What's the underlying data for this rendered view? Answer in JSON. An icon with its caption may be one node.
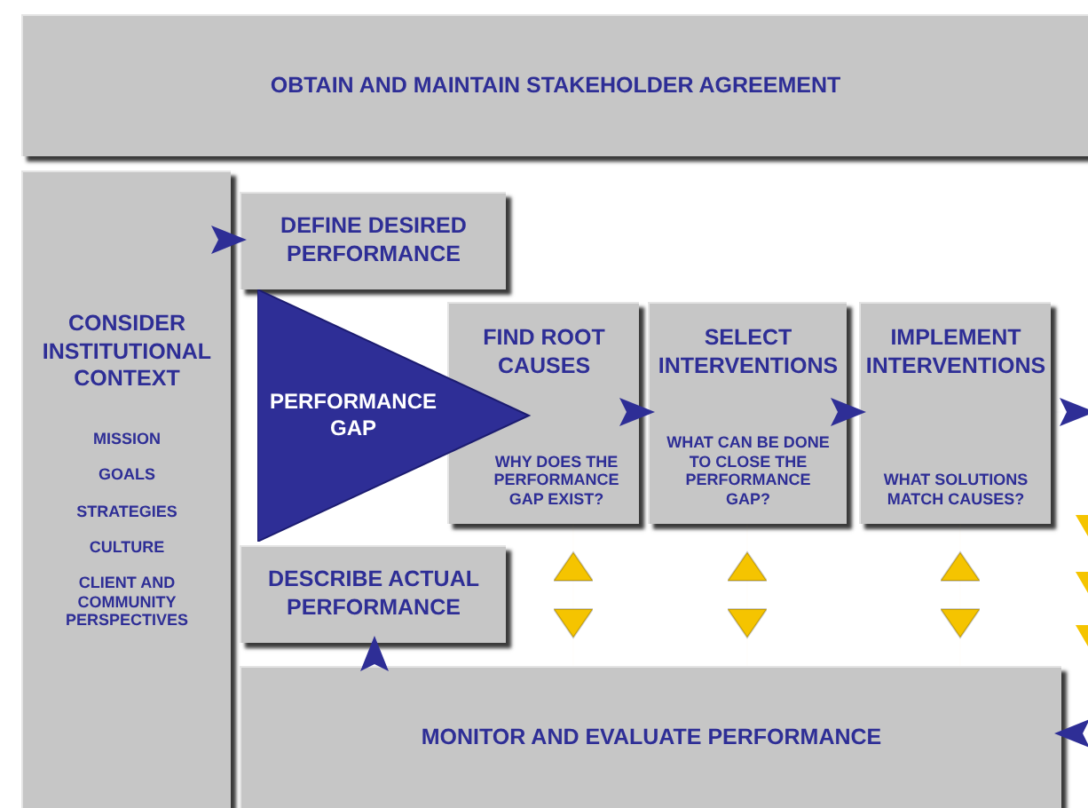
{
  "diagram": {
    "nodes": [
      {
        "text": [
          "OBTAIN AND MAINTAIN STAKEHOLDER AGREEMENT"
        ]
      },
      {
        "text": [
          "CONSIDER INSTITUTIONAL CONTEXT",
          "MISSION",
          "GOALS",
          "STRATEGIES",
          "CULTURE",
          "CLIENT AND COMMUNITY PERSPECTIVES"
        ]
      },
      {
        "text": [
          "DEFINE DESIRED PERFORMANCE"
        ]
      },
      {
        "text": [
          "PERFORMANCE GAP"
        ]
      },
      {
        "text": [
          "FIND ROOT CAUSES",
          "WHY DOES THE PERFORMANCE GAP EXIST?"
        ]
      },
      {
        "text": [
          "SELECT INTERVENTIONS",
          "WHAT CAN BE DONE TO CLOSE THE PERFORMANCE GAP?"
        ]
      },
      {
        "text": [
          "IMPLEMENT INTERVENTIONS",
          "WHAT SOLUTIONS MATCH CAUSES?"
        ]
      },
      {
        "text": [
          "DESCRIBE ACTUAL PERFORMANCE"
        ]
      },
      {
        "text": [
          "MONITOR AND EVALUATE PERFORMANCE"
        ]
      }
    ],
    "edges": [
      {
        "from": 1,
        "to": 2,
        "arrow": "to"
      },
      {
        "from": 4,
        "to": 5,
        "arrow": "to"
      },
      {
        "from": 5,
        "to": 6,
        "arrow": "to"
      },
      {
        "from": 6,
        "to": null,
        "arrow": "to"
      },
      {
        "from": null,
        "to": 8,
        "arrow": "to"
      },
      {
        "from": 8,
        "to": 7,
        "arrow": "to"
      },
      {
        "from": 4,
        "to": 8,
        "arrow": "both",
        "color": "#f5c400"
      },
      {
        "from": 5,
        "to": 8,
        "arrow": "both",
        "color": "#f5c400"
      },
      {
        "from": 6,
        "to": 8,
        "arrow": "both",
        "color": "#f5c400"
      }
    ]
  }
}
